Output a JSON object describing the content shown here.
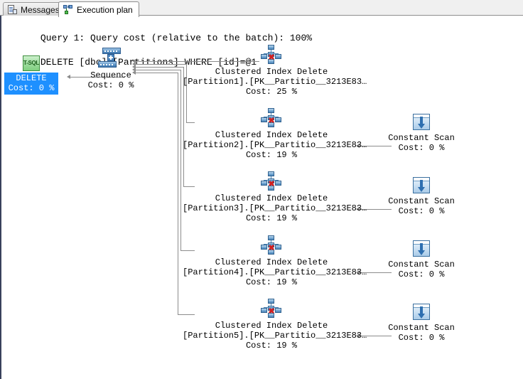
{
  "tabs": [
    {
      "label": "Messages",
      "icon": "messages-icon",
      "active": false
    },
    {
      "label": "Execution plan",
      "icon": "execution-plan-icon",
      "active": true
    }
  ],
  "query_header": {
    "line1": "Query 1: Query cost (relative to the batch): 100%",
    "line2": "DELETE [dbo].[Partitions] WHERE [id]=@1"
  },
  "colors": {
    "selection": "#1e90ff",
    "wire": "#8c8c8c",
    "canvas_border": "#39415c",
    "tab_active_bg": "#ffffff",
    "tab_inactive_bg": "#e2e2e2"
  },
  "plan": {
    "root": {
      "name": "delete-node",
      "icon": "tsql-icon",
      "label": "DELETE",
      "cost": "Cost: 0 %",
      "selected": true
    },
    "sequence": {
      "name": "sequence-node",
      "icon": "sequence-icon",
      "label": "Sequence",
      "cost": "Cost: 0 %"
    },
    "index_deletes": [
      {
        "name": "clustered-index-delete-partition1",
        "icon": "clustered-index-delete-icon",
        "label": "Clustered Index Delete",
        "object": "[Partition1].[PK__Partitio__3213E83…",
        "cost": "Cost: 25 %"
      },
      {
        "name": "clustered-index-delete-partition2",
        "icon": "clustered-index-delete-icon",
        "label": "Clustered Index Delete",
        "object": "[Partition2].[PK__Partitio__3213E83…",
        "cost": "Cost: 19 %"
      },
      {
        "name": "clustered-index-delete-partition3",
        "icon": "clustered-index-delete-icon",
        "label": "Clustered Index Delete",
        "object": "[Partition3].[PK__Partitio__3213E83…",
        "cost": "Cost: 19 %"
      },
      {
        "name": "clustered-index-delete-partition4",
        "icon": "clustered-index-delete-icon",
        "label": "Clustered Index Delete",
        "object": "[Partition4].[PK__Partitio__3213E83…",
        "cost": "Cost: 19 %"
      },
      {
        "name": "clustered-index-delete-partition5",
        "icon": "clustered-index-delete-icon",
        "label": "Clustered Index Delete",
        "object": "[Partition5].[PK__Partitio__3213E83…",
        "cost": "Cost: 19 %"
      }
    ],
    "constant_scans": [
      {
        "name": "constant-scan-2",
        "icon": "constant-scan-icon",
        "label": "Constant Scan",
        "cost": "Cost: 0 %"
      },
      {
        "name": "constant-scan-3",
        "icon": "constant-scan-icon",
        "label": "Constant Scan",
        "cost": "Cost: 0 %"
      },
      {
        "name": "constant-scan-4",
        "icon": "constant-scan-icon",
        "label": "Constant Scan",
        "cost": "Cost: 0 %"
      },
      {
        "name": "constant-scan-5",
        "icon": "constant-scan-icon",
        "label": "Constant Scan",
        "cost": "Cost: 0 %"
      }
    ]
  }
}
